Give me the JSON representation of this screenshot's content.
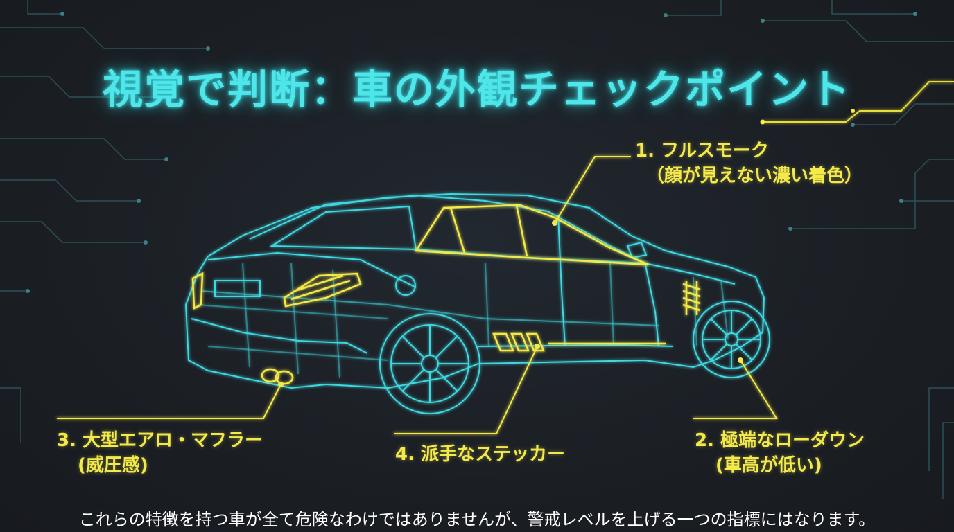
{
  "title": "視覚で判断：車の外観チェックポイント",
  "callouts": [
    {
      "line1": "1. フルスモーク",
      "line2": "（顔が見えない濃い着色）"
    },
    {
      "line1": "2. 極端なローダウン",
      "line2": "(車高が低い)"
    },
    {
      "line1": "3. 大型エアロ・マフラー",
      "line2": "(威圧感)"
    },
    {
      "line1": "4. 派手なステッカー"
    }
  ],
  "footer": "これらの特徴を持つ車が全て危険なわけではありませんが、警戒レベルを上げる一つの指標にはなります。",
  "colors": {
    "background": "#1b1f24",
    "cyan": "#4ee6e8",
    "yellow": "#f3e94a"
  }
}
